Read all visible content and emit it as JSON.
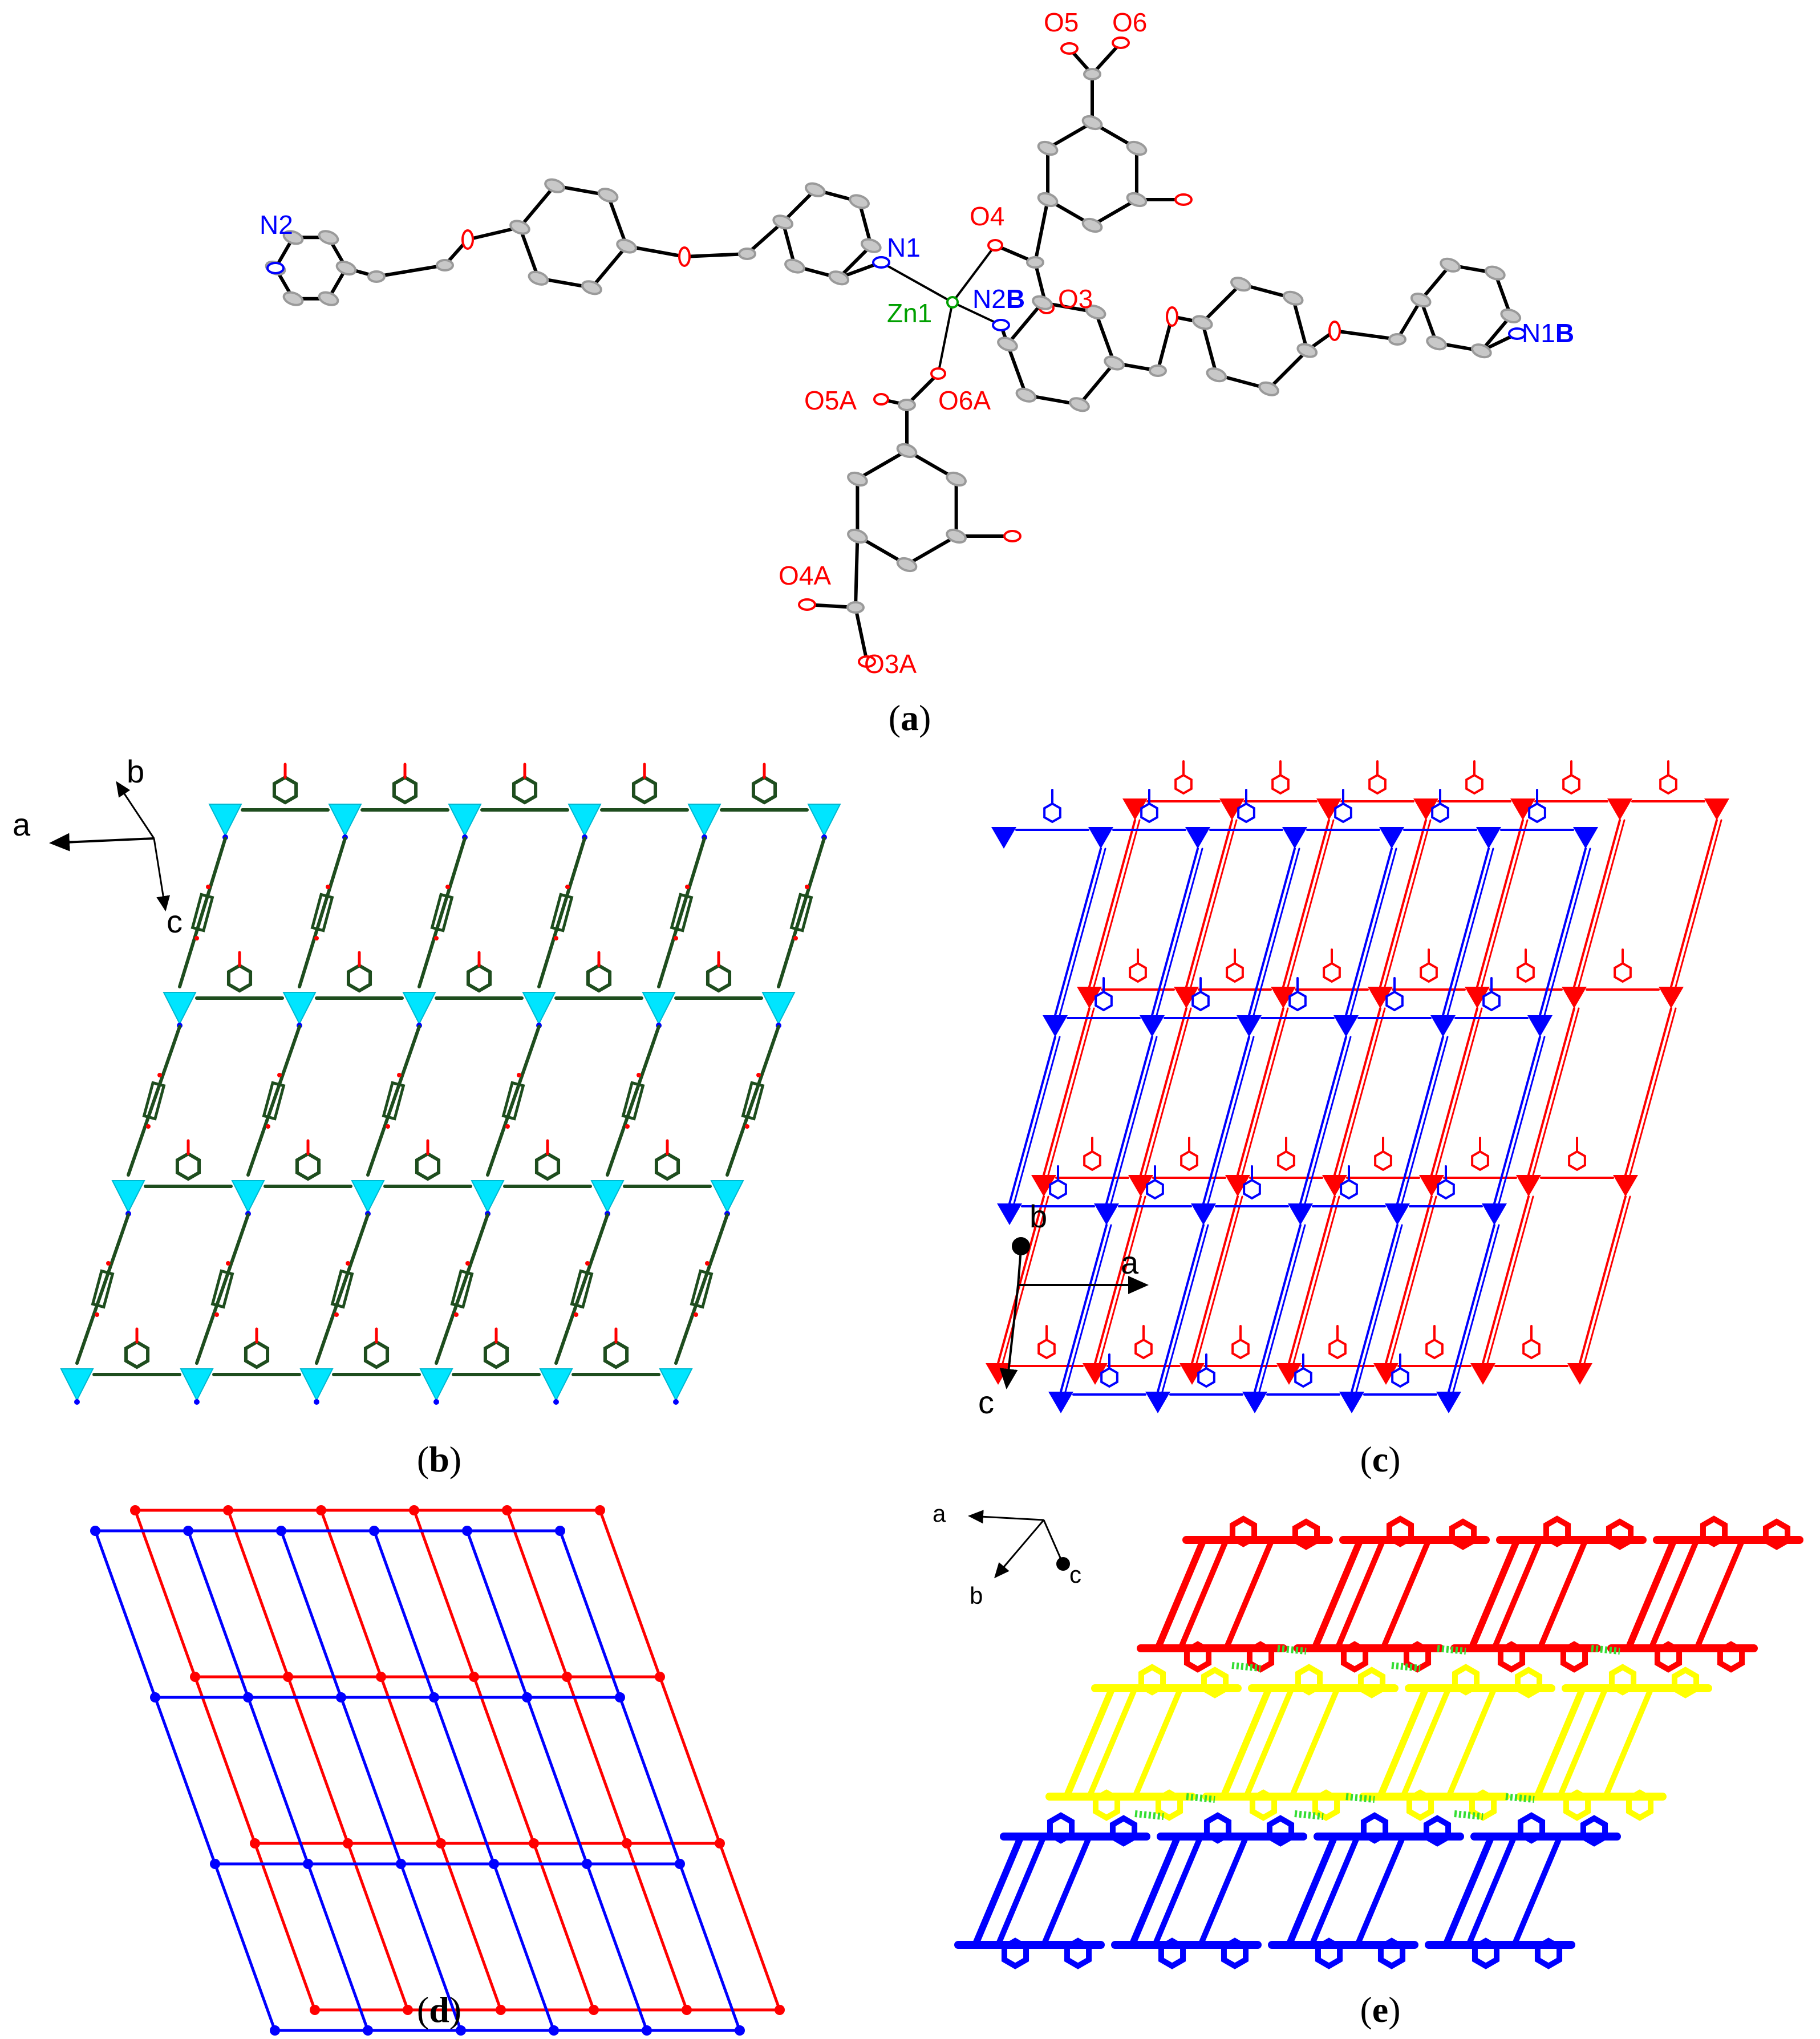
{
  "colors": {
    "bond": "#000000",
    "carbon": "#9a9a9a",
    "oxygen": "#ff0000",
    "nitrogen": "#0000ff",
    "zinc": "#00a000",
    "framework": "#1e4d1e",
    "zn_polyhedron": "#00e5ff",
    "net_red": "#ff0000",
    "net_blue": "#0000ff",
    "layer_yellow": "#ffff00",
    "hbond": "#33dd33"
  },
  "panels": {
    "a": {
      "caption_open": "(",
      "caption_letter": "a",
      "caption_close": ")",
      "atom_labels": {
        "n2": "N2",
        "n1": "N1",
        "zn1": "Zn1",
        "o4": "O4",
        "o3": "O3",
        "o5": "O5",
        "o6": "O6",
        "n2b_main": "N2",
        "n2b_suffix": "B",
        "n1b_main": "N1",
        "n1b_suffix": "B",
        "o5a": "O5A",
        "o6a": "O6A",
        "o4a": "O4A",
        "o3a": "O3A"
      }
    },
    "b": {
      "caption_open": "(",
      "caption_letter": "b",
      "caption_close": ")",
      "axes": {
        "a": "a",
        "b": "b",
        "c": "c"
      }
    },
    "c": {
      "caption_open": "(",
      "caption_letter": "c",
      "caption_close": ")",
      "axes": {
        "a": "a",
        "b": "b",
        "c": "c"
      }
    },
    "d": {
      "caption_open": "(",
      "caption_letter": "d",
      "caption_close": ")"
    },
    "e": {
      "caption_open": "(",
      "caption_letter": "e",
      "caption_close": ")",
      "axes": {
        "a": "a",
        "b": "b",
        "c": "c"
      }
    }
  }
}
